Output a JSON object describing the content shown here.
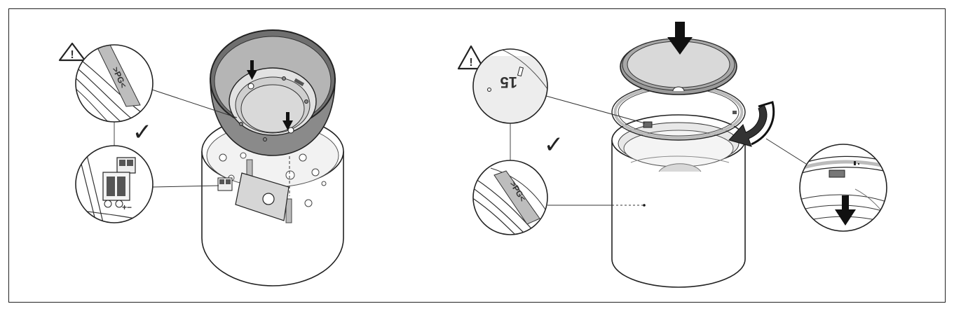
{
  "figure": {
    "left_panel": {
      "callout_top_label": ">PG<",
      "terminal_label": "+−",
      "check_mark": "✓",
      "warning_symbol": "!"
    },
    "right_panel": {
      "callout_top_number": "15",
      "callout_bottom_label": ">PG<",
      "check_mark": "✓",
      "warning_symbol": "!"
    }
  }
}
